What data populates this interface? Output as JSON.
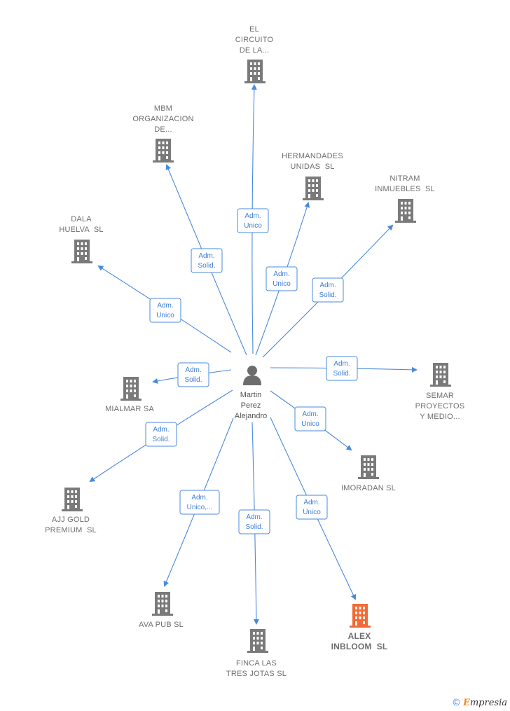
{
  "colors": {
    "edge": "#4a89dc",
    "building": "#7a7a7a",
    "building_highlight": "#f26a35",
    "person": "#6d6d6d"
  },
  "center": {
    "name_lines": [
      "Martin",
      "Perez",
      "Alejandro"
    ],
    "icon": "person-icon"
  },
  "nodes": [
    {
      "id": "el-circuito",
      "label_lines": [
        "EL",
        "CIRCUITO",
        "DE LA..."
      ],
      "edge_label": [
        "Adm.",
        "Unico"
      ],
      "highlight": false
    },
    {
      "id": "mbm-organizacion",
      "label_lines": [
        "MBM",
        "ORGANIZACION",
        "DE..."
      ],
      "edge_label": [
        "Adm.",
        "Solid."
      ],
      "highlight": false
    },
    {
      "id": "hermandades-unidas",
      "label_lines": [
        "HERMANDADES",
        "UNIDAS  SL"
      ],
      "edge_label": [
        "Adm.",
        "Unico"
      ],
      "highlight": false
    },
    {
      "id": "nitram-inmuebles",
      "label_lines": [
        "NITRAM",
        "INMUEBLES  SL"
      ],
      "edge_label": [
        "Adm.",
        "Solid."
      ],
      "highlight": false
    },
    {
      "id": "dala-huelva",
      "label_lines": [
        "DALA",
        "HUELVA  SL"
      ],
      "edge_label": [
        "Adm.",
        "Unico"
      ],
      "highlight": false
    },
    {
      "id": "mialmar",
      "label_lines": [
        "MIALMAR SA"
      ],
      "edge_label": [
        "Adm.",
        "Solid."
      ],
      "highlight": false
    },
    {
      "id": "semar-proyectos",
      "label_lines": [
        "SEMAR",
        "PROYECTOS",
        "Y MEDIO..."
      ],
      "edge_label": [
        "Adm.",
        "Solid."
      ],
      "highlight": false
    },
    {
      "id": "imoradan",
      "label_lines": [
        "IMORADAN SL"
      ],
      "edge_label": [
        "Adm.",
        "Unico"
      ],
      "highlight": false
    },
    {
      "id": "ajj-gold",
      "label_lines": [
        "AJJ GOLD",
        "PREMIUM  SL"
      ],
      "edge_label": [
        "Adm.",
        "Solid."
      ],
      "highlight": false
    },
    {
      "id": "ava-pub",
      "label_lines": [
        "AVA PUB SL"
      ],
      "edge_label": [
        "Adm.",
        "Unico,..."
      ],
      "highlight": false
    },
    {
      "id": "finca-las-tres-jotas",
      "label_lines": [
        "FINCA LAS",
        "TRES JOTAS SL"
      ],
      "edge_label": [
        "Adm.",
        "Solid."
      ],
      "highlight": false
    },
    {
      "id": "alex-inbloom",
      "label_lines": [
        "ALEX",
        "INBLOOM  SL"
      ],
      "edge_label": [
        "Adm.",
        "Unico"
      ],
      "highlight": true
    }
  ],
  "brand": {
    "copyright": "©",
    "text": "mpresia",
    "initial": "E"
  }
}
